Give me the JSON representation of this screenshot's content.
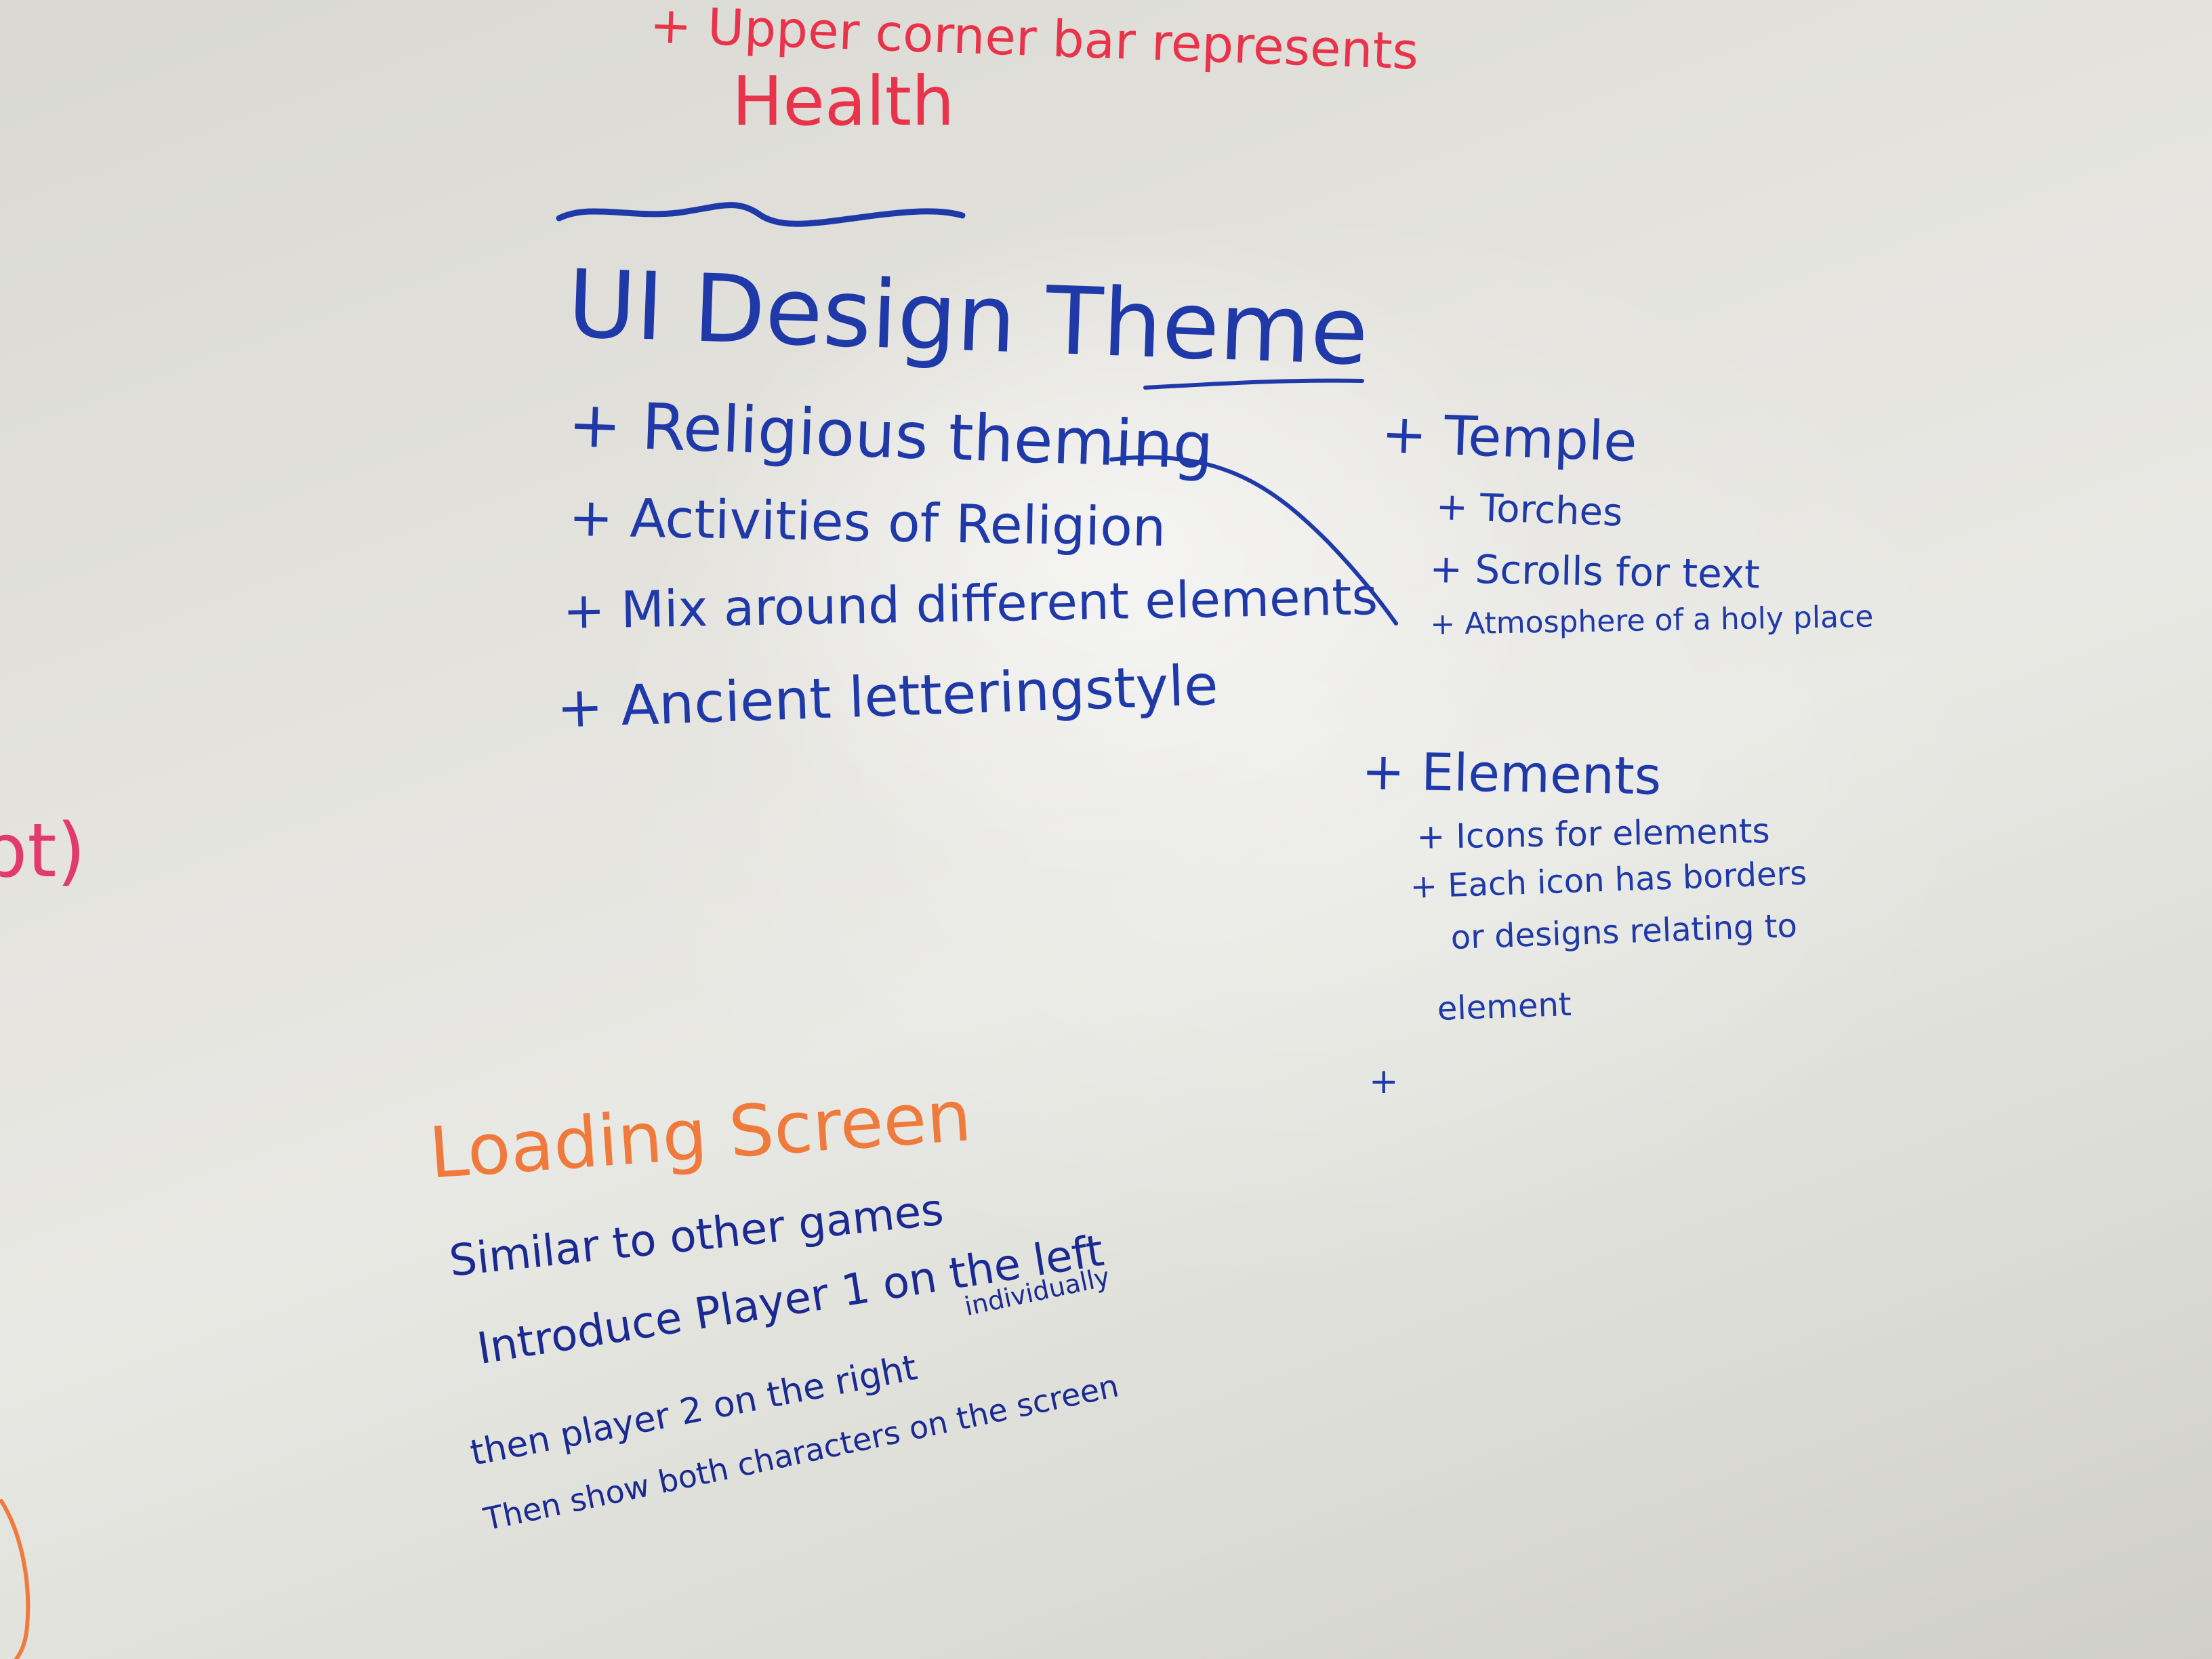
{
  "colors": {
    "red_marker": "#e8334a",
    "blue_marker": "#1f3aa8",
    "navy_marker": "#1a2a92",
    "orange_marker": "#f07a3c",
    "pink_marker": "#e23a6e"
  },
  "top_note": {
    "line1": "+ Upper corner bar represents",
    "line2": "Health"
  },
  "left_edge_fragment": "ipt)",
  "ui_theme": {
    "title": "UI Design Theme",
    "items": [
      "+ Religious theming",
      "+ Activities of Religion",
      "+ Mix around different elements",
      "+ Ancient letteringstyle"
    ]
  },
  "temple": {
    "heading": "+ Temple",
    "items": [
      "+ Torches",
      "+ Scrolls for text",
      "+ Atmosphere of a holy place"
    ]
  },
  "elements": {
    "heading": "+ Elements",
    "items": [
      "+ Icons for elements",
      "+ Each icon has borders",
      "or designs relating to",
      "element",
      "+"
    ]
  },
  "loading_screen": {
    "title": "Loading Screen",
    "lines": [
      "Similar to other games",
      "Introduce Player 1 on the left",
      "individually",
      "then player 2 on the right",
      "Then show both characters on the screen"
    ]
  }
}
